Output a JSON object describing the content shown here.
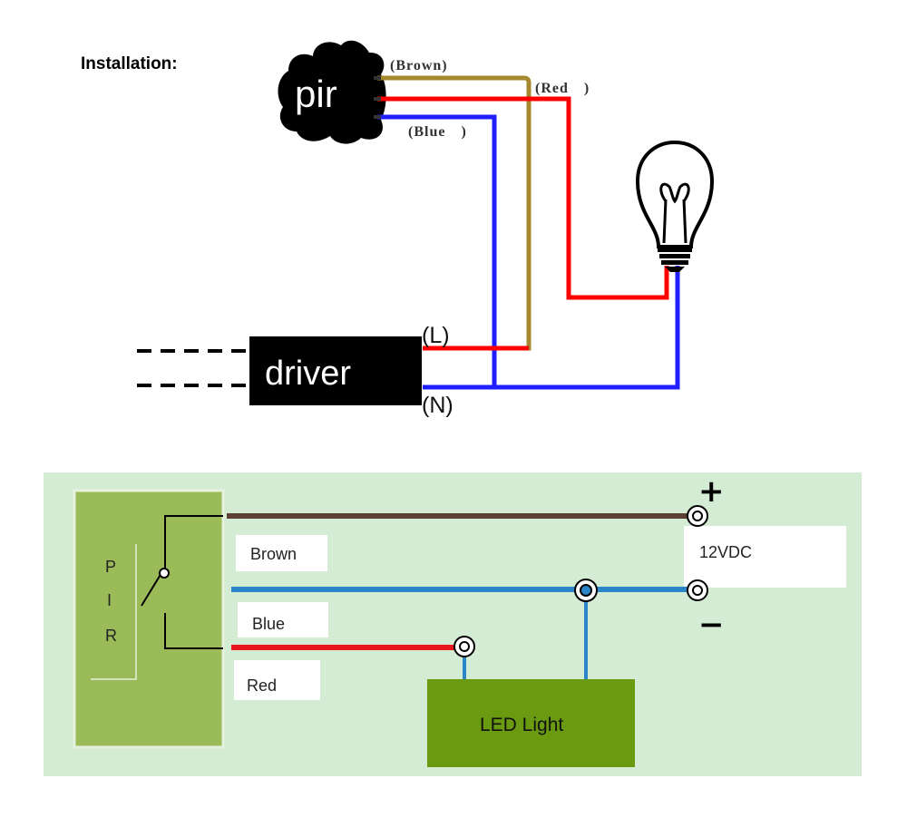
{
  "title": "Installation:",
  "top": {
    "sensor_label": "pir",
    "driver_label": "driver",
    "wires": {
      "brown": "(Brown)",
      "red": "(Red　)",
      "blue": "(Blue　)"
    },
    "terminals": {
      "line": "(L)",
      "neutral": "(N)"
    }
  },
  "bottom": {
    "pir_letters": [
      "P",
      "I",
      "R"
    ],
    "wire_labels": {
      "brown": "Brown",
      "blue": "Blue",
      "red": "Red"
    },
    "supply": {
      "voltage": "12VDC",
      "plus": "+",
      "minus": "−"
    },
    "load": "LED Light"
  },
  "colors": {
    "brown_wire": "#a6882e",
    "red_wire": "#ff0000",
    "blue_wire": "#1f1fff",
    "panel_bg": "#d4ebd4",
    "pir_box": "#9bbb59",
    "led_box": "#6a9a10",
    "dark_brown_wire": "#5c4033",
    "teal_blue_wire": "#2a86c8",
    "dark_red_wire": "#e8141e"
  }
}
